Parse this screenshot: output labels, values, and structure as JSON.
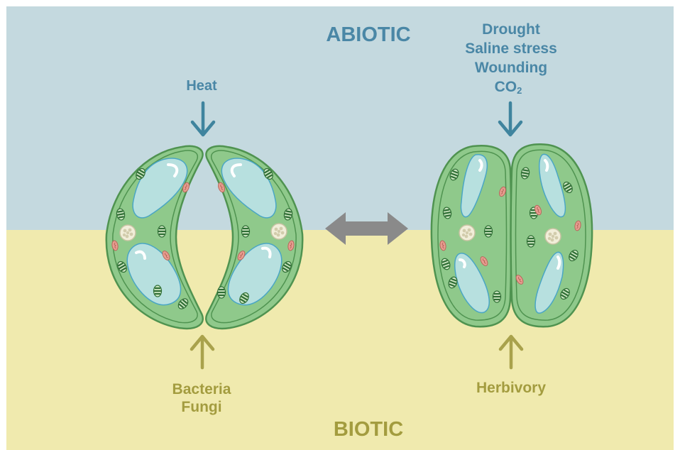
{
  "zones": {
    "top": {
      "title": "ABIOTIC",
      "color": "#c4d9df"
    },
    "bottom": {
      "title": "BIOTIC",
      "color": "#f0eaae"
    }
  },
  "colors": {
    "abiotic_text": "#4a87a6",
    "biotic_text": "#a39c3f",
    "abiotic_arrow": "#3f849e",
    "biotic_arrow": "#a9a24c",
    "double_arrow": "#8a8a8a",
    "cell_fill": "#8fc98b",
    "cell_wall": "#4f9350",
    "vacuole": "#b7e0df"
  },
  "left_stoma": {
    "state": "open",
    "abiotic_label": "Heat",
    "biotic_lines": [
      "Bacteria",
      "Fungi"
    ]
  },
  "right_stoma": {
    "state": "closed",
    "abiotic_lines": [
      "Drought",
      "Saline stress",
      "Wounding"
    ],
    "co2": {
      "base": "CO",
      "sub": "2"
    },
    "biotic_label": "Herbivory"
  },
  "center_arrow": {
    "icon": "double-headed-arrow-icon"
  }
}
